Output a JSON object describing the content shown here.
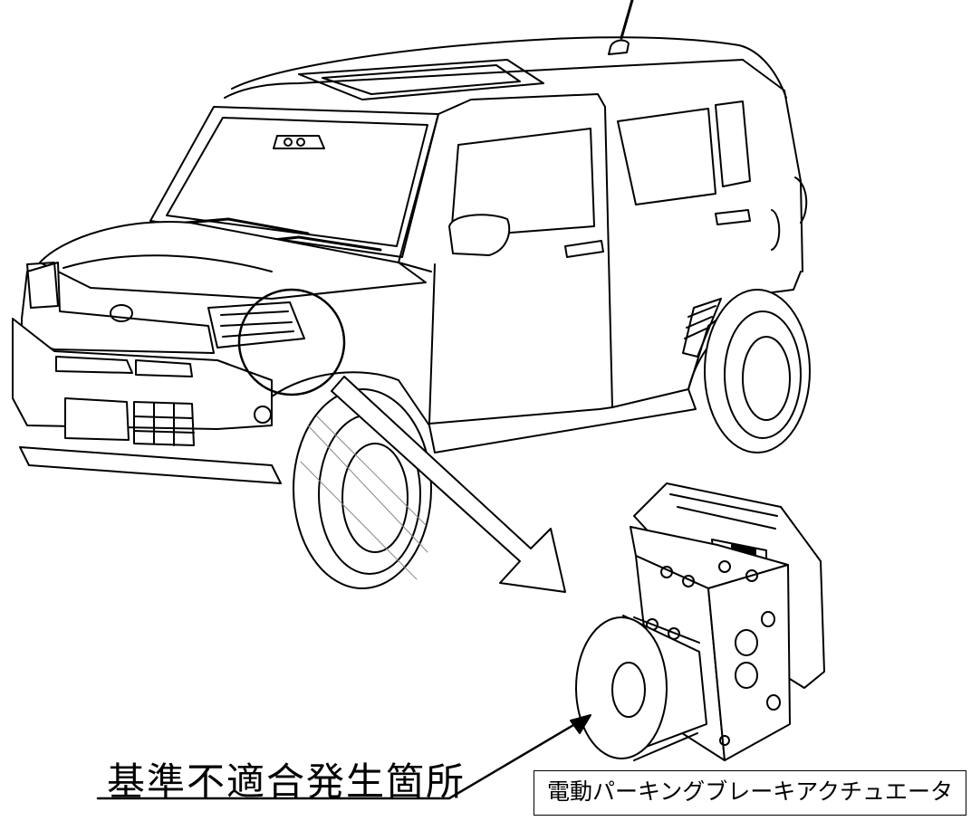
{
  "figure": {
    "location_label": "基準不適合発生箇所",
    "part_label": "電動パーキングブレーキアクチュエータ"
  },
  "icons": {
    "vehicle": "car-line-drawing",
    "component": "brake-actuator-unit",
    "callout": "highlight-circle",
    "pointer": "hollow-arrow"
  }
}
